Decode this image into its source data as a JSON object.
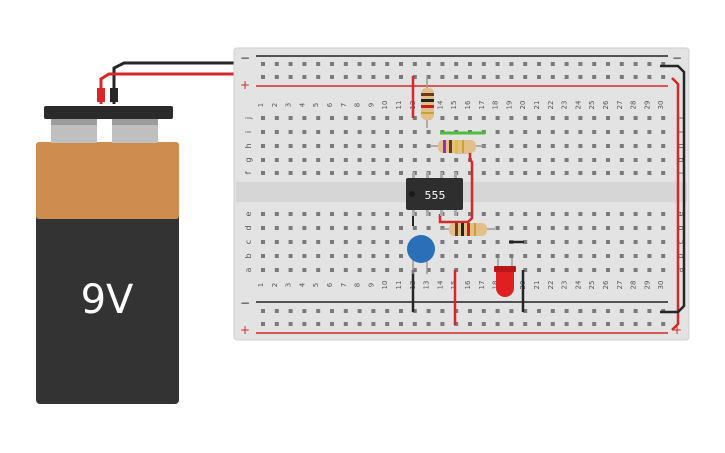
{
  "battery": {
    "label": "9V",
    "body_color": "#333333",
    "label_band_color": "#cf8c4f",
    "cap_color": "#2b2b2b",
    "terminal_color": "#bfbfbf"
  },
  "breadboard": {
    "board_color": "#e3e3e3",
    "rail_plus_color": "#d22b2b",
    "rail_minus_color": "#222222",
    "top_rail": {
      "minus_symbol": "−",
      "plus_symbol": "+"
    },
    "bottom_rail": {
      "minus_symbol": "−",
      "plus_symbol": "+"
    },
    "row_letters_top": [
      "j",
      "i",
      "h",
      "g",
      "f"
    ],
    "row_letters_bottom": [
      "e",
      "d",
      "c",
      "b",
      "a"
    ],
    "column_numbers": [
      "1",
      "2",
      "3",
      "4",
      "5",
      "6",
      "7",
      "8",
      "9",
      "10",
      "11",
      "12",
      "13",
      "14",
      "15",
      "16",
      "17",
      "18",
      "19",
      "20",
      "21",
      "22",
      "23",
      "24",
      "25",
      "26",
      "27",
      "28",
      "29",
      "30"
    ]
  },
  "components": {
    "ic": {
      "label": "555",
      "body_color": "#2e2e2e"
    },
    "resistors": [
      {
        "name": "resistor-top-vertical"
      },
      {
        "name": "resistor-middle"
      },
      {
        "name": "resistor-lower"
      }
    ],
    "capacitor": {
      "name": "ceramic-capacitor",
      "color": "#2a6fb8"
    },
    "led": {
      "name": "red-led",
      "color": "#e02020"
    }
  },
  "wires": {
    "red": "#d62828",
    "black": "#262626",
    "green": "#4cbf3a"
  }
}
